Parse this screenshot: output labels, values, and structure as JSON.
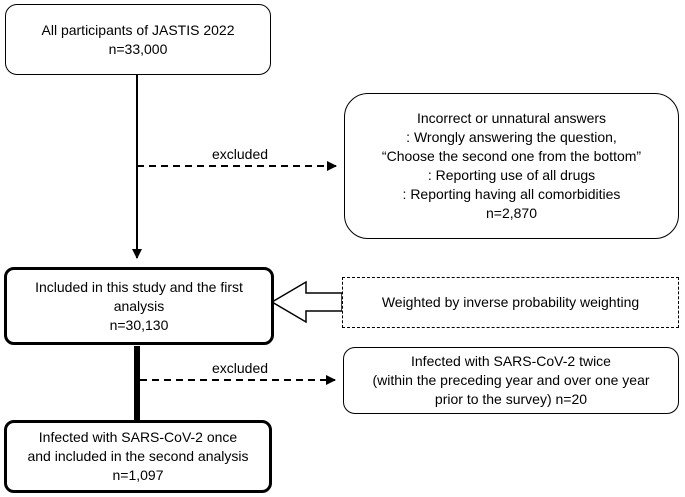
{
  "boxes": {
    "all_participants": {
      "line1": "All participants of JASTIS 2022",
      "line2": "n=33,000"
    },
    "excluded_incorrect": {
      "line1": "Incorrect or unnatural answers",
      "line2": ": Wrongly answering the question,",
      "line3": "“Choose the second one from the bottom”",
      "line4": ": Reporting use of all drugs",
      "line5": ": Reporting having all comorbidities",
      "line6": "n=2,870"
    },
    "included_first": {
      "line1": "Included in this study and the first",
      "line2": "analysis",
      "line3": "n=30,130"
    },
    "weighting": {
      "line1": "Weighted by inverse probability weighting"
    },
    "excluded_twice": {
      "line1": "Infected with SARS-CoV-2 twice",
      "line2": "(within the preceding year and over one year",
      "line3": "prior to the survey)  n=20"
    },
    "included_second": {
      "line1": "Infected with SARS-CoV-2 once",
      "line2": "and included in the second analysis",
      "line3": "n=1,097"
    }
  },
  "edges": {
    "excluded_label_1": "excluded",
    "excluded_label_2": "excluded"
  }
}
